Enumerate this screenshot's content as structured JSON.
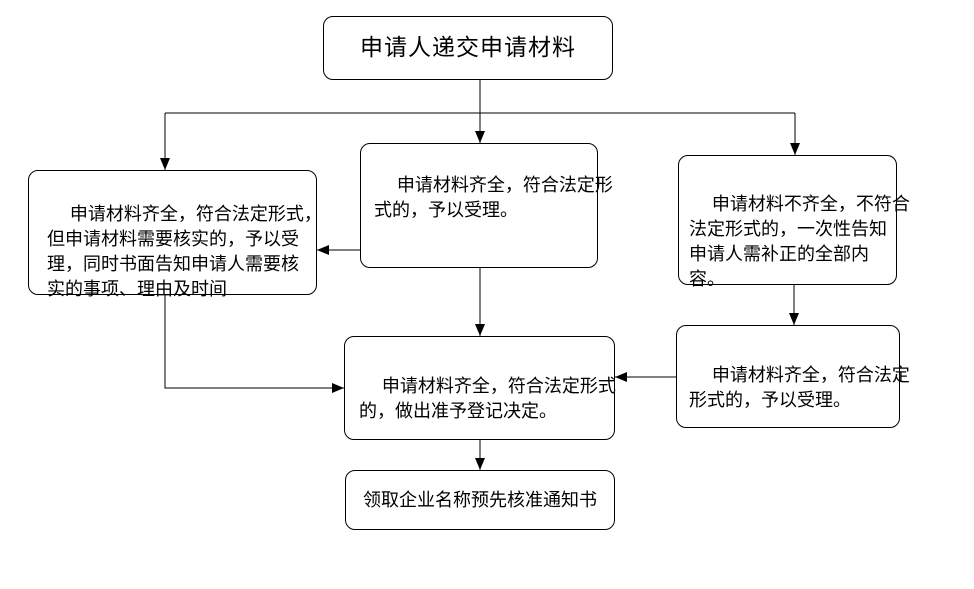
{
  "flowchart": {
    "nodes": {
      "submit": {
        "text": "申请人递交申请材料"
      },
      "verify": {
        "text": "申请材料齐全，符合法定形式，\n但申请材料需要核实的，予以受\n理，同时书面告知申请人需要核\n实的事项、理由及时间"
      },
      "accept": {
        "text": "申请材料齐全，符合法定形\n式的，予以受理。"
      },
      "incomplete": {
        "text": "申请材料不齐全，不符合\n法定形式的，一次性告知\n申请人需补正的全部内\n容。"
      },
      "resubmit": {
        "text": "申请材料齐全，符合法定\n形式的，予以受理。"
      },
      "decision": {
        "text": "申请材料齐全，符合法定形式\n的，做出准予登记决定。"
      },
      "notice": {
        "text": "领取企业名称预先核准通知书"
      }
    },
    "colors": {
      "line": "#000000",
      "border": "#000000",
      "background": "#ffffff",
      "text": "#000000"
    }
  }
}
